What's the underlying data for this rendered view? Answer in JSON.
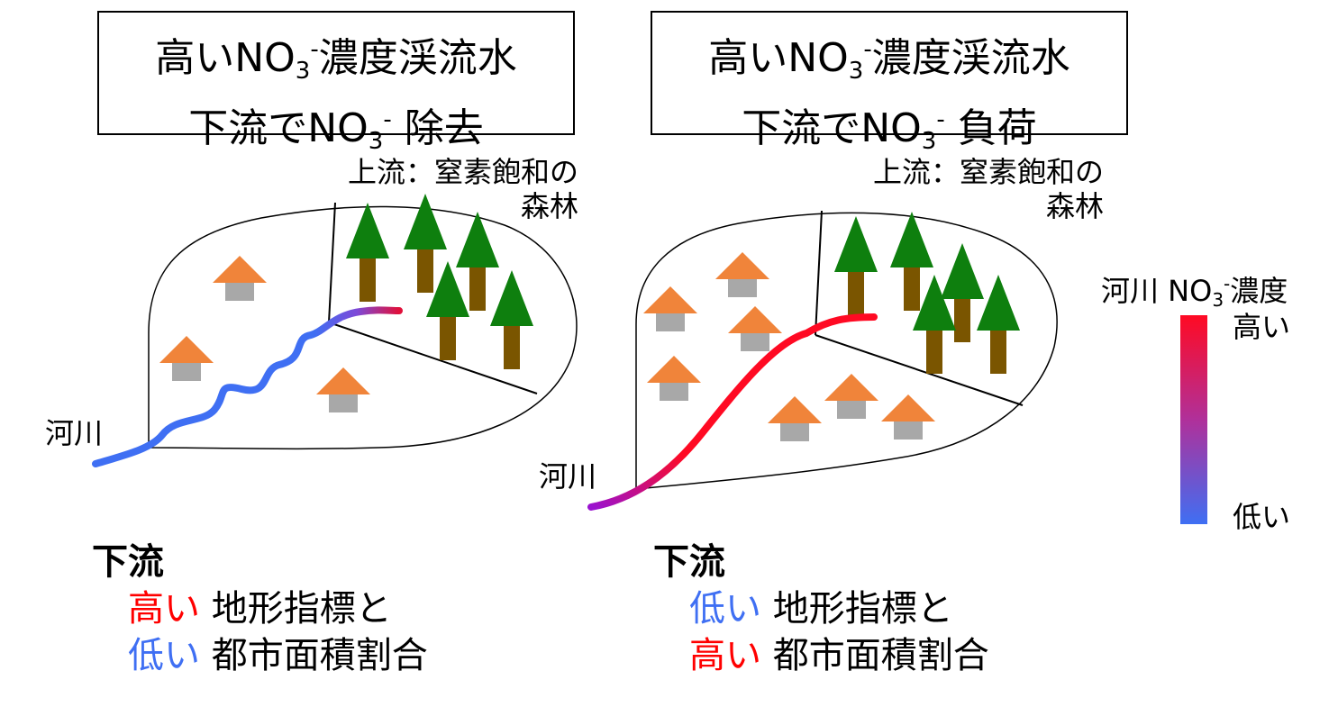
{
  "colors": {
    "high": "#ff0a23",
    "low": "#3f6ff3",
    "mid": "#a020c8",
    "tree": "#0e7f0e",
    "trunk": "#7a5500",
    "roof": "#f0843a",
    "house": "#a8a8a8"
  },
  "legend": {
    "title_prefix": "河川 NO",
    "title_sub": "3",
    "title_sup": "-",
    "title_suffix": "濃度",
    "high": "高い",
    "low": "低い"
  },
  "left": {
    "title_line1_prefix": "高いNO",
    "title_line1_sub": "3",
    "title_line1_sup": "-",
    "title_line1_suffix": "濃度渓流水",
    "title_line2_prefix": "下流でNO",
    "title_line2_sub": "3",
    "title_line2_sup": "-",
    "title_line2_suffix": " 除去",
    "upstream_line1": "上流：窒素飽和の",
    "upstream_line2": "森林",
    "river": "河川",
    "summary_head": "下流",
    "row1_em": "高い",
    "row1_text": " 地形指標と",
    "row2_em": "低い",
    "row2_text": " 都市面積割合"
  },
  "right": {
    "title_line1_prefix": "高いNO",
    "title_line1_sub": "3",
    "title_line1_sup": "-",
    "title_line1_suffix": "濃度渓流水",
    "title_line2_prefix": "下流でNO",
    "title_line2_sub": "3",
    "title_line2_sup": "-",
    "title_line2_suffix": " 負荷",
    "upstream_line1": "上流：窒素飽和の",
    "upstream_line2": "森林",
    "river": "河川",
    "summary_head": "下流",
    "row1_em": "低い",
    "row1_text": " 地形指標と",
    "row2_em": "高い",
    "row2_text": " 都市面積割合"
  }
}
